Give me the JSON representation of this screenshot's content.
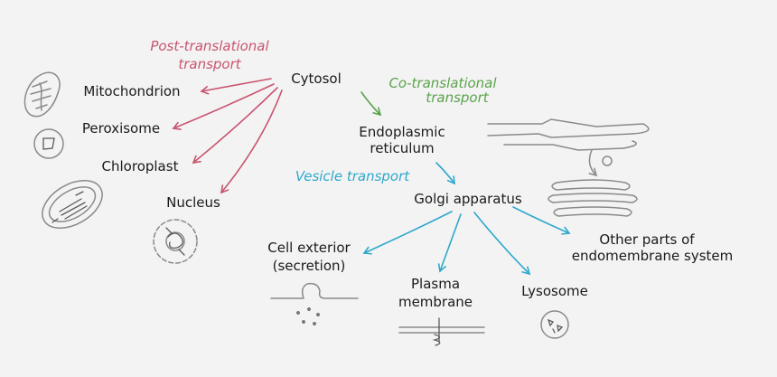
{
  "colors": {
    "post_translational": "#c8546f",
    "co_translational": "#5aa34a",
    "vesicle": "#2ea8cc",
    "text": "#1a1a1a",
    "sketch": "#8a8a8a",
    "background": "#f3f3f3"
  },
  "categories": {
    "post_translational": [
      "Post-translational",
      "transport"
    ],
    "co_translational": [
      "Co-translational",
      "transport"
    ],
    "vesicle": "Vesicle transport"
  },
  "nodes": {
    "cytosol": "Cytosol",
    "mitochondrion": "Mitochondrion",
    "peroxisome": "Peroxisome",
    "chloroplast": "Chloroplast",
    "nucleus": "Nucleus",
    "er": [
      "Endoplasmic",
      "reticulum"
    ],
    "golgi": "Golgi apparatus",
    "cell_exterior": [
      "Cell exterior",
      "(secretion)"
    ],
    "plasma_membrane": [
      "Plasma",
      "membrane"
    ],
    "lysosome": "Lysosome",
    "other_parts": [
      "Other parts of",
      "endomembrane system"
    ]
  },
  "icons": [
    "mitochondrion-icon",
    "peroxisome-icon",
    "chloroplast-icon",
    "nucleus-icon",
    "er-icon",
    "golgi-icon",
    "secretion-icon",
    "membrane-protein-icon",
    "lysosome-icon"
  ]
}
